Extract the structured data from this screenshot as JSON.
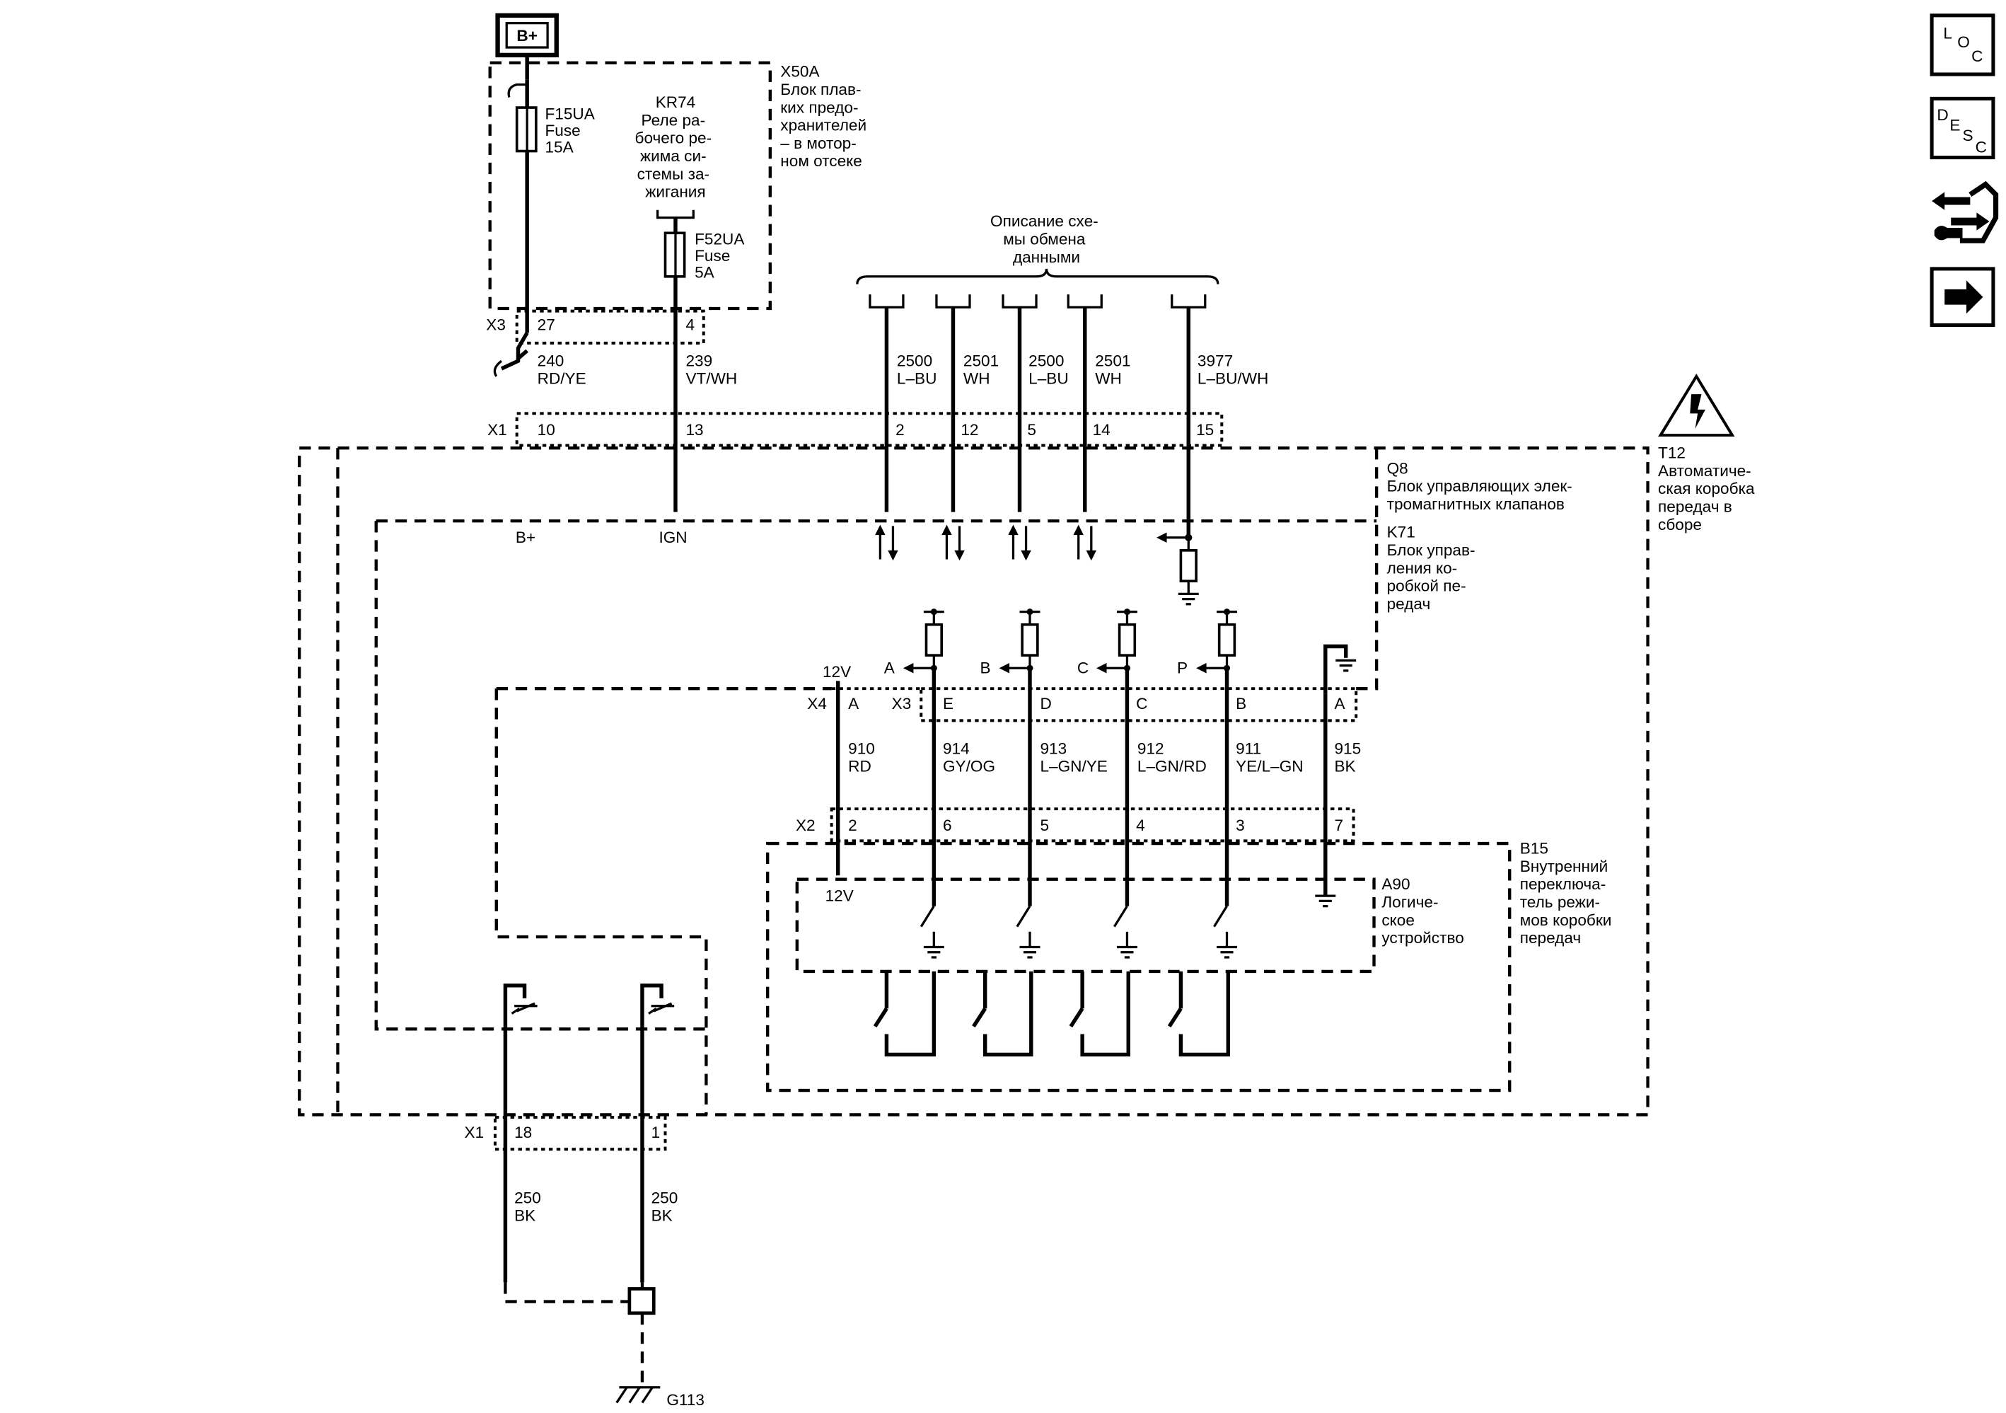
{
  "battery": "B+",
  "x50a": {
    "id": "X50A",
    "lines": [
      "Блок плав-",
      "ких предо-",
      "хранителей",
      "– в мотор-",
      "ном отсеке"
    ]
  },
  "f15ua": {
    "id": "F15UA",
    "type": "Fuse",
    "rating": "15A"
  },
  "kr74": {
    "id": "KR74",
    "lines": [
      "Реле ра-",
      "бочего ре-",
      "жима си-",
      "стемы за-",
      "жигания"
    ]
  },
  "f52ua": {
    "id": "F52UA",
    "type": "Fuse",
    "rating": "5A"
  },
  "data_comm": [
    "Описание схе-",
    "мы обмена",
    "данными"
  ],
  "x3_top": {
    "id": "X3",
    "p1": "27",
    "p2": "4"
  },
  "wire240": {
    "num": "240",
    "color": "RD/YE"
  },
  "wire239": {
    "num": "239",
    "color": "VT/WH"
  },
  "bus_wires": [
    {
      "num": "2500",
      "color": "L–BU",
      "pin": "2"
    },
    {
      "num": "2501",
      "color": "WH",
      "pin": "12"
    },
    {
      "num": "2500",
      "color": "L–BU",
      "pin": "5"
    },
    {
      "num": "2501",
      "color": "WH",
      "pin": "14"
    },
    {
      "num": "3977",
      "color": "L–BU/WH",
      "pin": "15"
    }
  ],
  "x1_top": {
    "id": "X1",
    "p10": "10",
    "p13": "13"
  },
  "q8": {
    "id": "Q8",
    "lines": [
      "Блок управляющих элек-",
      "тромагнитных клапанов"
    ]
  },
  "k71": {
    "id": "K71",
    "lines": [
      "Блок управ-",
      "ления ко-",
      "робкой пе-",
      "редач"
    ]
  },
  "t12": {
    "id": "T12",
    "lines": [
      "Автоматиче-",
      "ская коробка",
      "передач в",
      "сборе"
    ]
  },
  "b_plus_pin": "B+",
  "ign_pin": "IGN",
  "inputs": [
    {
      "letter": "A",
      "pin": "E",
      "num": "914",
      "color": "GY/OG",
      "x2": "6"
    },
    {
      "letter": "B",
      "pin": "D",
      "num": "913",
      "color": "L–GN/YE",
      "x2": "5"
    },
    {
      "letter": "C",
      "pin": "C",
      "num": "912",
      "color": "L–GN/RD",
      "x2": "4"
    },
    {
      "letter": "P",
      "pin": "B",
      "num": "911",
      "color": "YE/L–GN",
      "x2": "3"
    }
  ],
  "v12_top": "12V",
  "x4": {
    "id": "X4",
    "pin": "A"
  },
  "x3_mid": {
    "id": "X3",
    "gnd_pin": "A"
  },
  "wire910": {
    "num": "910",
    "color": "RD"
  },
  "wire915": {
    "num": "915",
    "color": "BK"
  },
  "x2": {
    "id": "X2",
    "p_12v": "2",
    "p_gnd": "7"
  },
  "b15": {
    "id": "B15",
    "lines": [
      "Внутренний",
      "переключа-",
      "тель режи-",
      "мов коробки",
      "передач"
    ]
  },
  "a90": {
    "id": "A90",
    "lines": [
      "Логиче-",
      "ское",
      "устройство"
    ]
  },
  "v12_bot": "12V",
  "x1_bot": {
    "id": "X1",
    "p18": "18",
    "p1": "1"
  },
  "wire250a": {
    "num": "250",
    "color": "BK"
  },
  "wire250b": {
    "num": "250",
    "color": "BK"
  },
  "ground": "G113",
  "side": {
    "loc": {
      "big": "L",
      "small1": "O",
      "small2": "C"
    },
    "desc": {
      "big": "D",
      "small1": "E",
      "small2": "S",
      "small3": "C"
    }
  },
  "icons": [
    "loc-icon",
    "desc-icon",
    "service-icon",
    "next-arrow-icon"
  ],
  "colors": {
    "ink": "#000000",
    "paper": "#ffffff"
  }
}
